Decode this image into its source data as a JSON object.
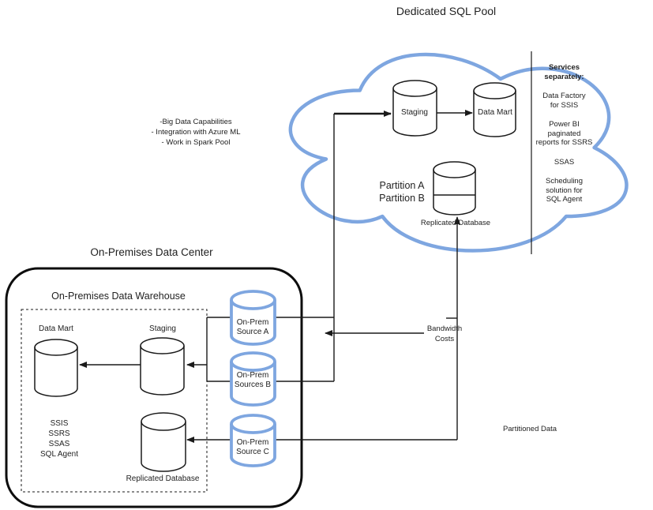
{
  "cloud": {
    "title": "Dedicated SQL Pool",
    "notes": "-Big Data Capabilities\n- Integration with Azure ML\n- Work in Spark Pool",
    "staging": "Staging",
    "data_mart": "Data Mart",
    "partitions": "Partition A\nPartition B",
    "replicated_db": "Replicated Database",
    "services": {
      "heading": "Services\nseparately:",
      "items": [
        "Data Factory\nfor SSIS",
        "Power BI\npaginated\nreports for SSRS",
        "SSAS",
        "Scheduling\nsolution for\nSQL Agent"
      ]
    }
  },
  "on_premises": {
    "title": "On-Premises Data Center",
    "warehouse": {
      "title": "On-Premises Data Warehouse",
      "data_mart": "Data Mart",
      "staging": "Staging",
      "tools": "SSIS\nSSRS\nSSAS\nSQL Agent",
      "replicated_db": "Replicated Database"
    },
    "sources": [
      "On-Prem\nSource A",
      "On-Prem\nSources B",
      "On-Prem\nSource C"
    ]
  },
  "edges": {
    "bandwidth": "Bandwidth\nCosts",
    "partitioned": "Partitioned Data"
  },
  "colors": {
    "accent_blue": "#7ea6e0",
    "line": "#1a1a1a"
  }
}
